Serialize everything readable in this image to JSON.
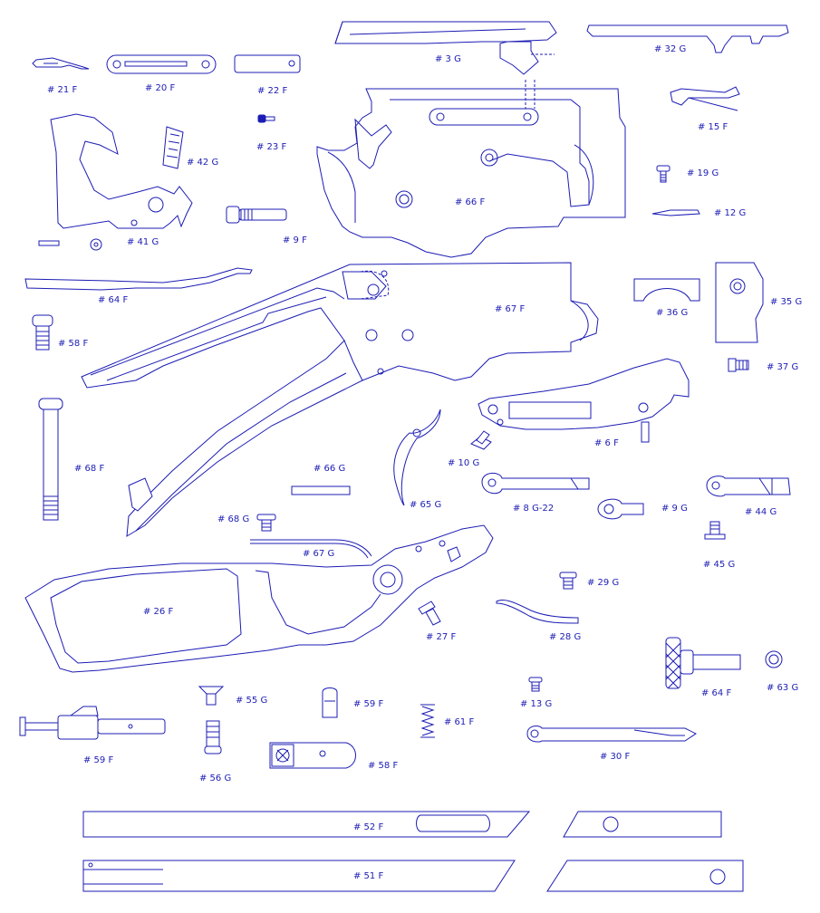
{
  "colors": {
    "line": "#1c1cb4",
    "background": "#ffffff"
  },
  "parts": [
    {
      "id": "p3g",
      "label": "# 3 G"
    },
    {
      "id": "p32g",
      "label": "# 32 G"
    },
    {
      "id": "p21f",
      "label": "# 21 F"
    },
    {
      "id": "p20f",
      "label": "# 20 F"
    },
    {
      "id": "p22f",
      "label": "# 22 F"
    },
    {
      "id": "p15f",
      "label": "# 15 F"
    },
    {
      "id": "p23f",
      "label": "# 23 F"
    },
    {
      "id": "p42g",
      "label": "# 42 G"
    },
    {
      "id": "p66f",
      "label": "# 66 F"
    },
    {
      "id": "p19g",
      "label": "# 19 G"
    },
    {
      "id": "p12g",
      "label": "# 12 G"
    },
    {
      "id": "p9f",
      "label": "# 9 F"
    },
    {
      "id": "p41g",
      "label": "# 41 G"
    },
    {
      "id": "p64f_spring",
      "label": "# 64 F"
    },
    {
      "id": "p67f_frame",
      "label": "# 67 F"
    },
    {
      "id": "p36g",
      "label": "# 36 G"
    },
    {
      "id": "p35g",
      "label": "# 35 G"
    },
    {
      "id": "p58f_screw",
      "label": "# 58 F"
    },
    {
      "id": "p37g",
      "label": "# 37 G"
    },
    {
      "id": "p6f",
      "label": "# 6 F"
    },
    {
      "id": "p68f",
      "label": "# 68 F"
    },
    {
      "id": "p10g",
      "label": "# 10 G"
    },
    {
      "id": "p66g",
      "label": "# 66 G"
    },
    {
      "id": "p65g",
      "label": "# 65 G"
    },
    {
      "id": "p8g22",
      "label": "# 8 G-22"
    },
    {
      "id": "p9g",
      "label": "# 9 G"
    },
    {
      "id": "p44g",
      "label": "# 44 G"
    },
    {
      "id": "p68g",
      "label": "# 68 G"
    },
    {
      "id": "p67g",
      "label": "# 67 G"
    },
    {
      "id": "p45g",
      "label": "# 45 G"
    },
    {
      "id": "p29g",
      "label": "# 29 G"
    },
    {
      "id": "p26f",
      "label": "# 26 F"
    },
    {
      "id": "p27f",
      "label": "# 27 F"
    },
    {
      "id": "p28g",
      "label": "# 28 G"
    },
    {
      "id": "p64f_knob",
      "label": "# 64 F"
    },
    {
      "id": "p63g",
      "label": "# 63 G"
    },
    {
      "id": "p55g",
      "label": "# 55 G"
    },
    {
      "id": "p59f_small",
      "label": "# 59 F"
    },
    {
      "id": "p13g",
      "label": "# 13 G"
    },
    {
      "id": "p61f",
      "label": "# 61 F"
    },
    {
      "id": "p59f_plunger",
      "label": "# 59 F"
    },
    {
      "id": "p30f",
      "label": "# 30 F"
    },
    {
      "id": "p56g",
      "label": "# 56 G"
    },
    {
      "id": "p58f_block",
      "label": "# 58 F"
    },
    {
      "id": "p52f",
      "label": "# 52 F"
    },
    {
      "id": "p51f",
      "label": "# 51 F"
    }
  ]
}
